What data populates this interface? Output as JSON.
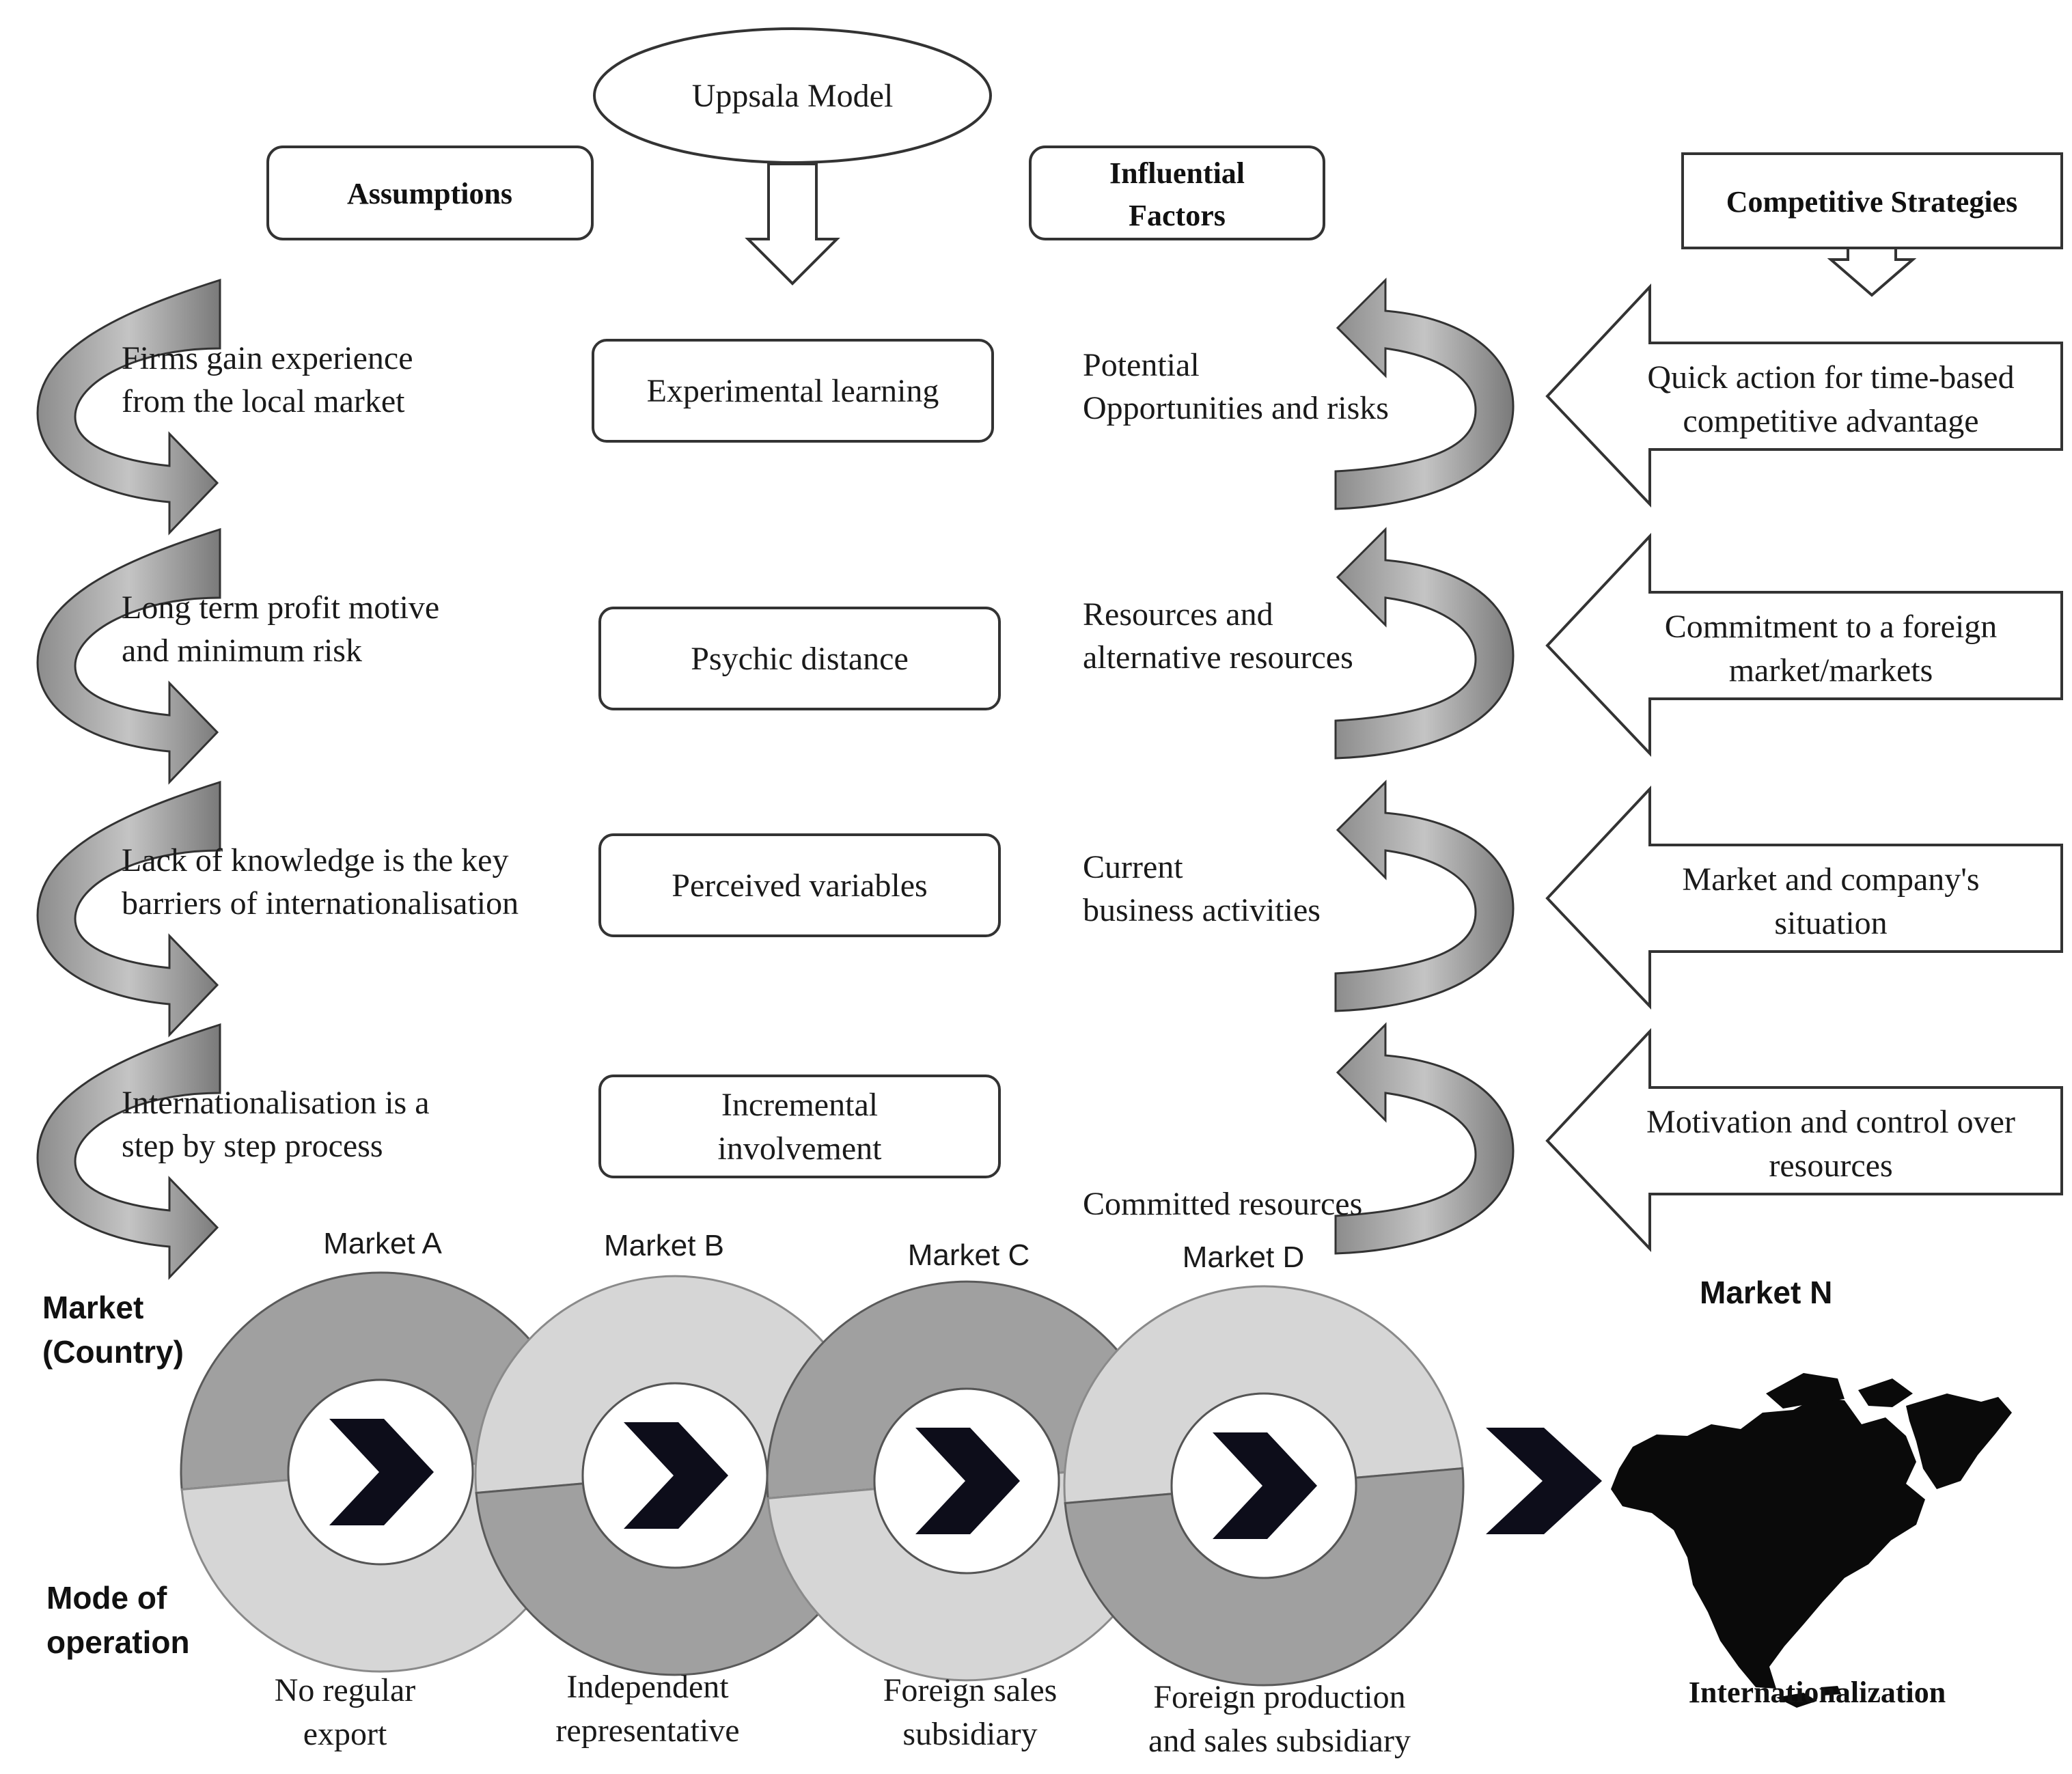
{
  "model": {
    "title": "Uppsala Model"
  },
  "headers": {
    "assumptions": "Assumptions",
    "influential": [
      "Influential",
      "Factors"
    ],
    "competitive": "Competitive Strategies"
  },
  "assumptions": [
    [
      "Firms gain experience",
      "from the local market"
    ],
    [
      "Long term profit motive",
      "and minimum risk"
    ],
    [
      "Lack of knowledge  is the key",
      "barriers of internationalisation"
    ],
    [
      "Internationalisation  is a",
      "step by step process"
    ]
  ],
  "concepts": [
    [
      "Experimental  learning"
    ],
    [
      "Psychic  distance"
    ],
    [
      "Perceived variables"
    ],
    [
      "Incremental",
      "involvement"
    ]
  ],
  "factors": [
    [
      "Potential",
      "Opportunities and risks"
    ],
    [
      "Resources and",
      "alternative  resources"
    ],
    [
      "Current",
      "business activities"
    ],
    [
      "Committed resources"
    ]
  ],
  "strategies": [
    [
      "Quick action for time-based",
      "competitive advantage"
    ],
    [
      "Commitment to a foreign",
      "market/markets"
    ],
    [
      "Market and company's",
      "situation"
    ],
    [
      "Motivation and control over",
      "resources"
    ]
  ],
  "axis_labels": {
    "market": [
      "Market",
      "(Country)"
    ],
    "mode": [
      "Mode of",
      "operation"
    ]
  },
  "markets": [
    "Market A",
    "Market B",
    "Market C",
    "Market D"
  ],
  "market_n": "Market N",
  "modes": [
    [
      "No regular",
      "export"
    ],
    [
      "Independent",
      "representative"
    ],
    [
      "Foreign sales",
      "subsidiary"
    ],
    [
      "Foreign production",
      "and sales subsidiary"
    ]
  ],
  "result": "Internationalization",
  "colors": {
    "dark_band": "#a0a0a0",
    "light_band": "#d6d6d6",
    "chevron": "#0d0d1a"
  }
}
